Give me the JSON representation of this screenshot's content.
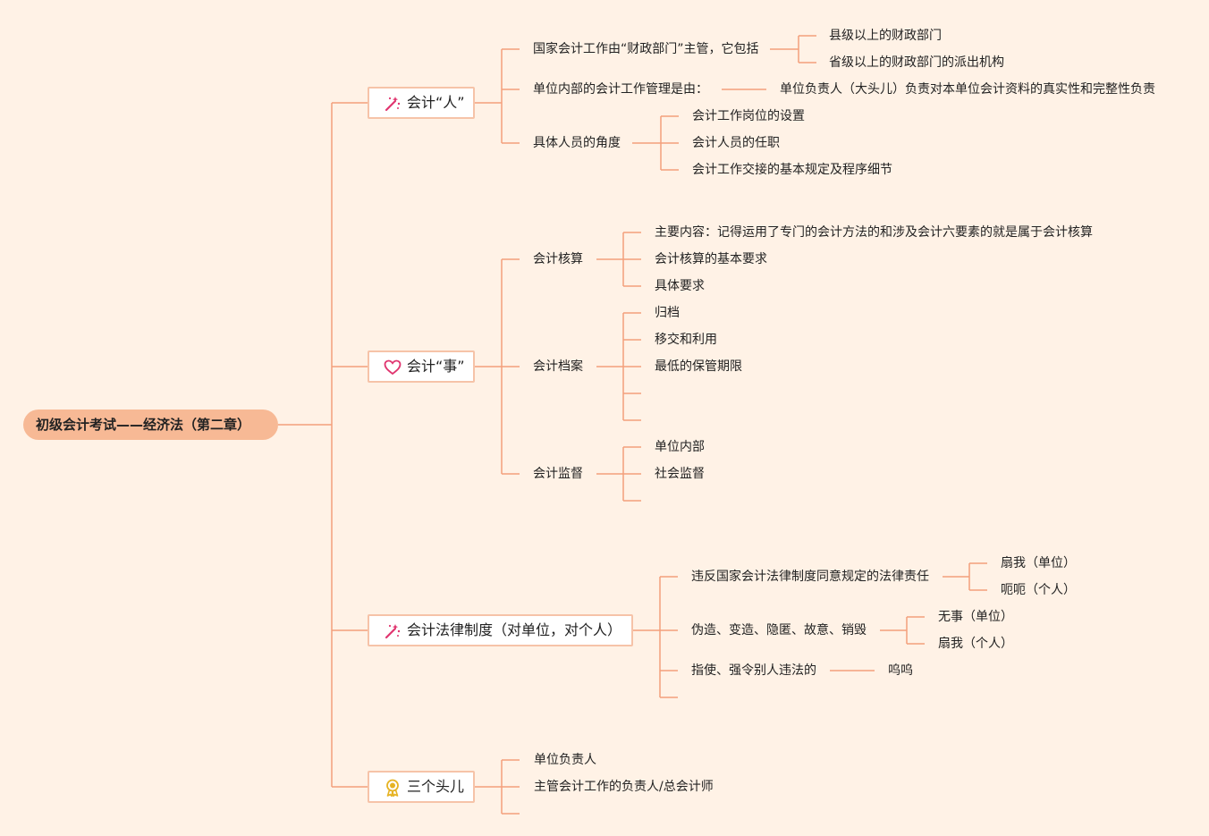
{
  "root": {
    "label": "初级会计考试——经济法（第二章）"
  },
  "branches": [
    {
      "label": "会计“人”",
      "icon": "magic-wand-icon",
      "children": [
        {
          "label": "国家会计工作由“财政部门”主管，它包括",
          "children": [
            "县级以上的财政部门",
            "省级以上的财政部门的派出机构"
          ]
        },
        {
          "label": "单位内部的会计工作管理是由：",
          "children": [
            "单位负责人（大头儿）负责对本单位会计资料的真实性和完整性负责"
          ]
        },
        {
          "label": "具体人员的角度",
          "children": [
            "会计工作岗位的设置",
            "会计人员的任职",
            "会计工作交接的基本规定及程序细节"
          ]
        }
      ]
    },
    {
      "label": "会计“事”",
      "icon": "heart-icon",
      "children": [
        {
          "label": "会计核算",
          "children": [
            "主要内容：记得运用了专门的会计方法的和涉及会计六要素的就是属于会计核算",
            "会计核算的基本要求",
            "具体要求"
          ]
        },
        {
          "label": "会计档案",
          "children": [
            "归档",
            "移交和利用",
            "最低的保管期限",
            "",
            ""
          ]
        },
        {
          "label": "会计监督",
          "children": [
            "单位内部",
            "社会监督",
            ""
          ]
        }
      ]
    },
    {
      "label": "会计法律制度（对单位，对个人）",
      "icon": "magic-wand-icon",
      "children": [
        {
          "label": "违反国家会计法律制度同意规定的法律责任",
          "children": [
            "扇我（单位）",
            "呃呃（个人）"
          ]
        },
        {
          "label": "伪造、变造、隐匿、故意、销毁",
          "children": [
            "无事（单位）",
            "扇我（个人）"
          ]
        },
        {
          "label": "指使、强令别人违法的",
          "children": [
            "呜呜"
          ]
        },
        {
          "label": "",
          "children": []
        }
      ]
    },
    {
      "label": "三个头儿",
      "icon": "award-ribbon-icon",
      "children": [
        {
          "label": "单位负责人",
          "children": []
        },
        {
          "label": "主管会计工作的负责人/总会计师",
          "children": []
        },
        {
          "label": "",
          "children": []
        }
      ]
    }
  ],
  "colors": {
    "line": "#f4a07c",
    "root_fill": "#f7b995",
    "background": "#fff2e6",
    "node_border": "#f6c3a8"
  }
}
